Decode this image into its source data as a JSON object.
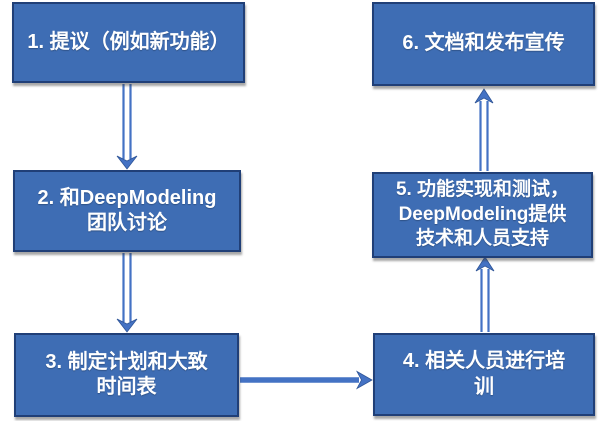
{
  "colors": {
    "box_fill": "#3E6DB4",
    "box_border": "#203F77",
    "arrow": "#4472C4",
    "text": "#FFFFFF"
  },
  "steps": [
    {
      "id": 1,
      "text": "1. 提议（例如新功能）"
    },
    {
      "id": 2,
      "text": "2. 和DeepModeling\n团队讨论"
    },
    {
      "id": 3,
      "text": "3. 制定计划和大致\n时间表"
    },
    {
      "id": 4,
      "text": "4. 相关人员进行培\n训"
    },
    {
      "id": 5,
      "text": "5. 功能实现和测试，\nDeepModeling提供\n技术和人员支持"
    },
    {
      "id": 6,
      "text": "6. 文档和发布宣传"
    }
  ],
  "connections": [
    {
      "from": 1,
      "to": 2,
      "direction": "down"
    },
    {
      "from": 2,
      "to": 3,
      "direction": "down"
    },
    {
      "from": 3,
      "to": 4,
      "direction": "right"
    },
    {
      "from": 4,
      "to": 5,
      "direction": "up"
    },
    {
      "from": 5,
      "to": 6,
      "direction": "up"
    }
  ]
}
